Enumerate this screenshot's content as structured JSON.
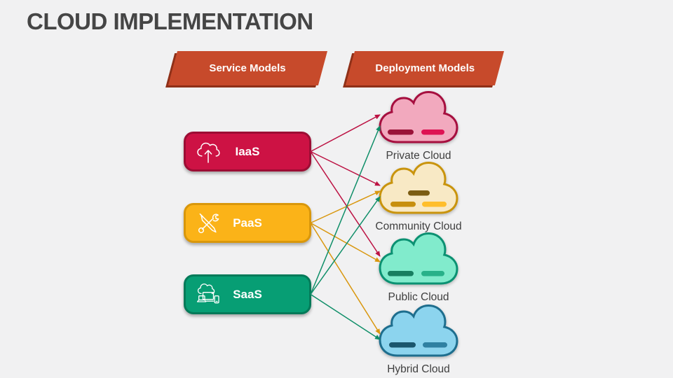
{
  "title": "CLOUD IMPLEMENTATION",
  "headers": {
    "service": "Service Models",
    "deployment": "Deployment Models"
  },
  "banner_color": "#c74a2b",
  "services": [
    {
      "id": "iaas",
      "label": "IaaS",
      "icon": "cloud-upload-icon",
      "fill": "#cd1244",
      "border": "#9c0d34",
      "arrow_color": "#bc1243"
    },
    {
      "id": "paas",
      "label": "PaaS",
      "icon": "tools-icon",
      "fill": "#fbb318",
      "border": "#d9970b",
      "arrow_color": "#d9970e"
    },
    {
      "id": "saas",
      "label": "SaaS",
      "icon": "cloud-devices-icon",
      "fill": "#079e74",
      "border": "#047a59",
      "arrow_color": "#0e8e68"
    }
  ],
  "clouds": [
    {
      "id": "private",
      "label": "Private Cloud",
      "fill": "#f2a9be",
      "border": "#a60f3f",
      "dashes": [
        {
          "color": "#9a1238"
        },
        {
          "color": "#de1253"
        }
      ]
    },
    {
      "id": "community",
      "label": "Community Cloud",
      "fill": "#f8e9c5",
      "border": "#c9940d",
      "dashes": [
        {
          "color": "#7b5c12"
        },
        {
          "color": "#c78f0e"
        },
        {
          "color": "#ffbe2b"
        }
      ]
    },
    {
      "id": "public",
      "label": "Public Cloud",
      "fill": "#81ebcc",
      "border": "#0b9172",
      "dashes": [
        {
          "color": "#177e60"
        },
        {
          "color": "#28b189"
        }
      ]
    },
    {
      "id": "hybrid",
      "label": "Hybrid Cloud",
      "fill": "#8cd4ee",
      "border": "#1e6e8e",
      "dashes": [
        {
          "color": "#1a566d"
        },
        {
          "color": "#2f80a1"
        }
      ]
    }
  ],
  "connections": [
    {
      "from": "iaas",
      "to": "private"
    },
    {
      "from": "iaas",
      "to": "community"
    },
    {
      "from": "iaas",
      "to": "public"
    },
    {
      "from": "paas",
      "to": "community"
    },
    {
      "from": "paas",
      "to": "public"
    },
    {
      "from": "paas",
      "to": "hybrid"
    },
    {
      "from": "saas",
      "to": "private"
    },
    {
      "from": "saas",
      "to": "community"
    },
    {
      "from": "saas",
      "to": "hybrid"
    }
  ]
}
